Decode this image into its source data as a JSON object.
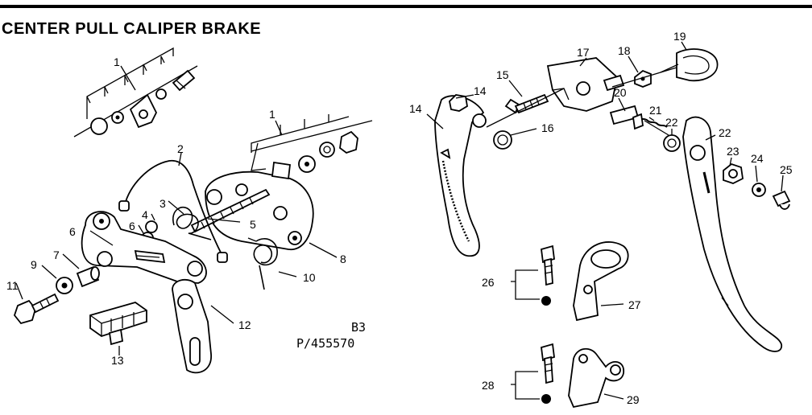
{
  "title": "CENTER PULL CALIPER BRAKE",
  "figure_code": "B3",
  "part_number": "P/455570",
  "callouts": [
    "1",
    "1",
    "2",
    "3",
    "4",
    "5",
    "6",
    "6",
    "7",
    "8",
    "9",
    "10",
    "11",
    "12",
    "13",
    "14",
    "14",
    "15",
    "16",
    "17",
    "18",
    "19",
    "20",
    "21",
    "22",
    "22",
    "23",
    "24",
    "25",
    "26",
    "27",
    "28",
    "29"
  ]
}
